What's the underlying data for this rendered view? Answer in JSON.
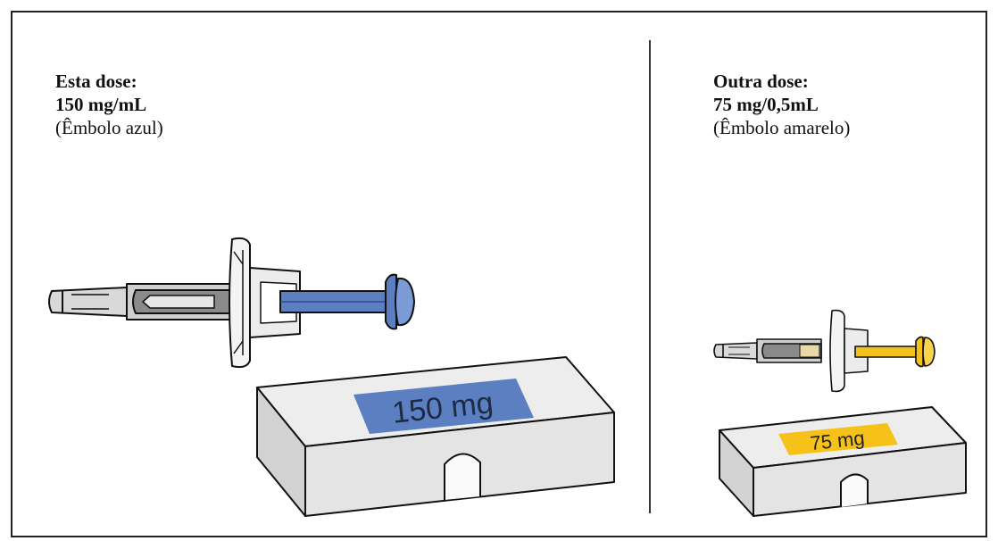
{
  "left": {
    "heading": "Esta dose:",
    "strength": "150 mg/mL",
    "plunger": "(Êmbolo azul)",
    "box_label": "150 mg",
    "plunger_color": "#5b7fc1"
  },
  "right": {
    "heading": "Outra dose:",
    "strength": "75 mg/0,5mL",
    "plunger": "(Êmbolo amarelo)",
    "box_label": "75 mg",
    "plunger_color": "#f2c21a"
  }
}
